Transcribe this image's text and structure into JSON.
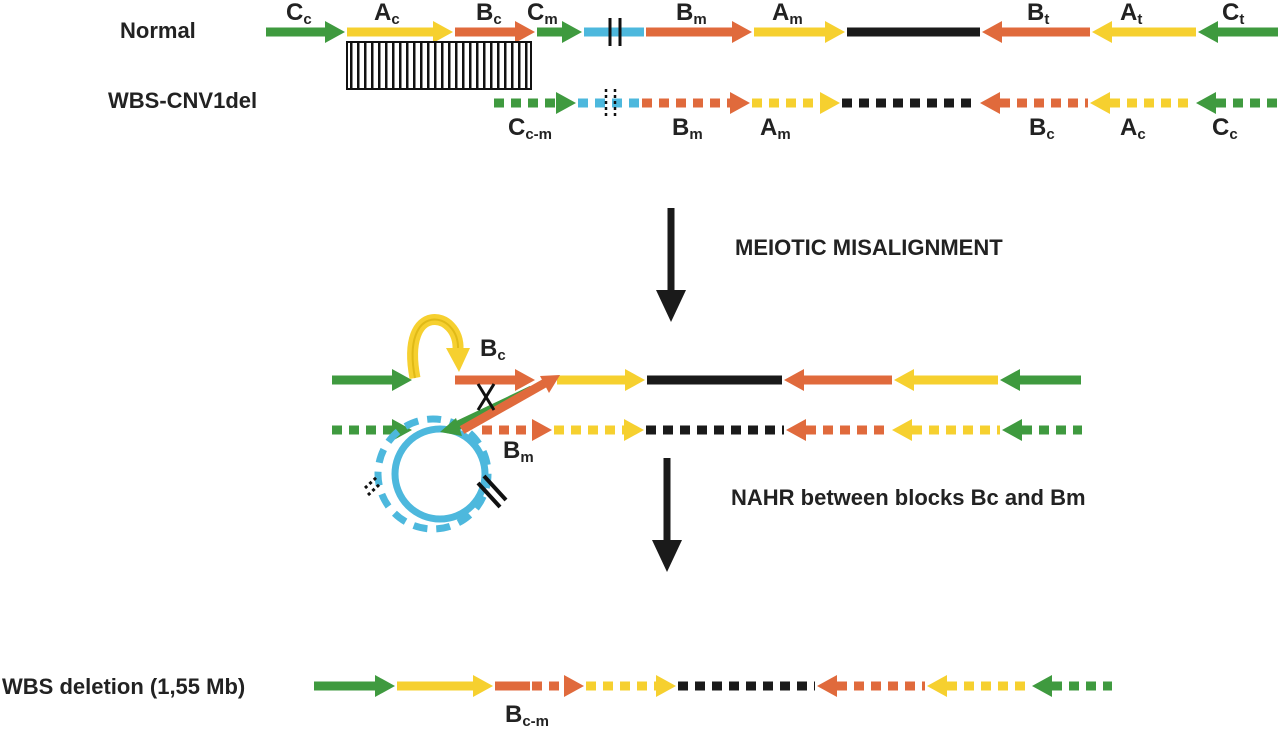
{
  "colors": {
    "green": "#3f9a3f",
    "yellow": "#f6d02f",
    "orange": "#e06a3c",
    "cyan": "#4db8dd",
    "black": "#1a1a1a",
    "text": "#222222"
  },
  "labels": {
    "normal": "Normal",
    "wbs_cnv": "WBS-CNV1del",
    "meiotic": "MEIOTIC MISALIGNMENT",
    "nahr": "NAHR between blocks Bc and Bm",
    "deletion": "WBS deletion (1,55 Mb)"
  },
  "normal_blocks": {
    "cc": {
      "main": "C",
      "sub": "c"
    },
    "ac": {
      "main": "A",
      "sub": "c"
    },
    "bc": {
      "main": "B",
      "sub": "c"
    },
    "cm": {
      "main": "C",
      "sub": "m"
    },
    "bm": {
      "main": "B",
      "sub": "m"
    },
    "am": {
      "main": "A",
      "sub": "m"
    },
    "bt": {
      "main": "B",
      "sub": "t"
    },
    "at": {
      "main": "A",
      "sub": "t"
    },
    "ct": {
      "main": "C",
      "sub": "t"
    }
  },
  "cnv_blocks": {
    "ccm": {
      "main": "C",
      "sub": "c-m"
    },
    "bm": {
      "main": "B",
      "sub": "m"
    },
    "am": {
      "main": "A",
      "sub": "m"
    },
    "bc": {
      "main": "B",
      "sub": "c"
    },
    "ac": {
      "main": "A",
      "sub": "c"
    },
    "cc": {
      "main": "C",
      "sub": "c"
    }
  },
  "middle_blocks": {
    "bc": {
      "main": "B",
      "sub": "c"
    },
    "bm": {
      "main": "B",
      "sub": "m"
    }
  },
  "deletion_blocks": {
    "bcm": {
      "main": "B",
      "sub": "c-m"
    }
  }
}
